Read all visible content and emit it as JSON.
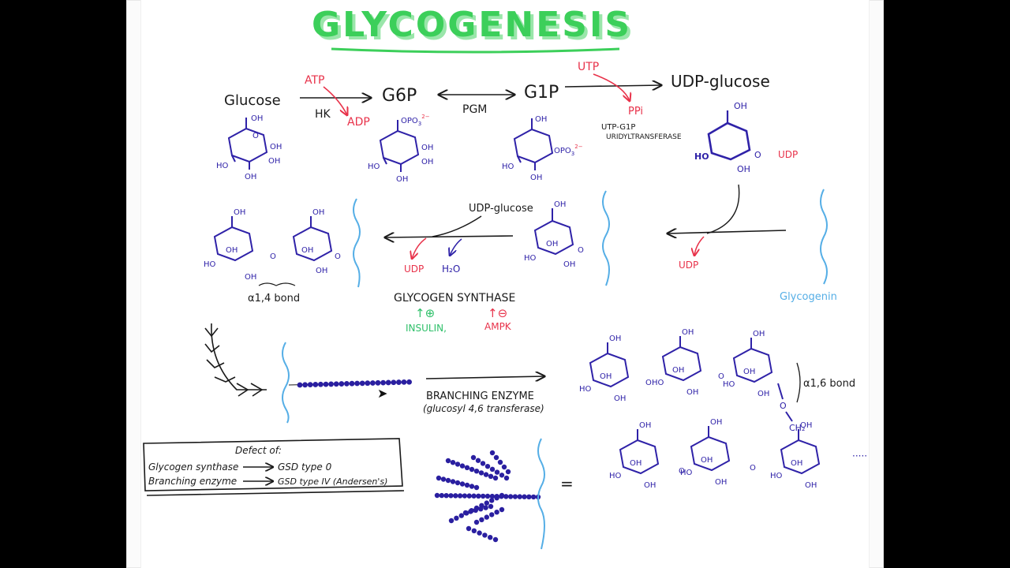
{
  "title": "GLYCOGENESIS",
  "colors": {
    "title": "#3ccf5a",
    "title_shadow": "#9ae6aa",
    "ink": "#1a1a1a",
    "structure": "#2f22a8",
    "cofactor": "#e8324a",
    "glycogenin": "#55aee6",
    "insulin": "#2fc06a",
    "ampk": "#e8324a",
    "chain_dot": "#2a1fa0"
  },
  "pathway": {
    "glucose": "Glucose",
    "g6p": "G6P",
    "g1p": "G1P",
    "udp_glucose": "UDP-glucose",
    "atp": "ATP",
    "adp": "ADP",
    "hk": "HK",
    "pgm": "PGM",
    "utp": "UTP",
    "ppi": "PPi",
    "enzyme_line1": "UTP-G1P",
    "enzyme_line2": "URIDYLTRANSFERASE"
  },
  "labels": {
    "oh": "OH",
    "ho": "HO",
    "o": "O",
    "po3": "OPO",
    "po3_charge": "3",
    "po3_sup": "2−",
    "udp": "UDP",
    "ch2": "CH₂",
    "dots": "·····"
  },
  "elongation": {
    "udp_glucose": "UDP-glucose",
    "udp_out": "UDP",
    "h2o": "H₂O",
    "udp_glycogenin": "UDP",
    "bond": "α1,4 bond",
    "glycogenin": "Glycogenin",
    "enzyme": "GLYCOGEN SYNTHASE",
    "up": "↑⊕",
    "down": "↑⊖",
    "insulin": "INSULIN,",
    "ampk": "AMPK"
  },
  "branching": {
    "enzyme": "BRANCHING ENZYME",
    "enzyme_sub": "(glucosyl 4,6 transferase)",
    "bond": "α1,6 bond",
    "equals": "="
  },
  "defects": {
    "heading": "Defect of:",
    "rows": [
      {
        "enzyme": "Glycogen synthase",
        "disease": "GSD type 0"
      },
      {
        "enzyme": "Branching enzyme",
        "disease": "GSD type IV (Andersen's)"
      }
    ]
  }
}
